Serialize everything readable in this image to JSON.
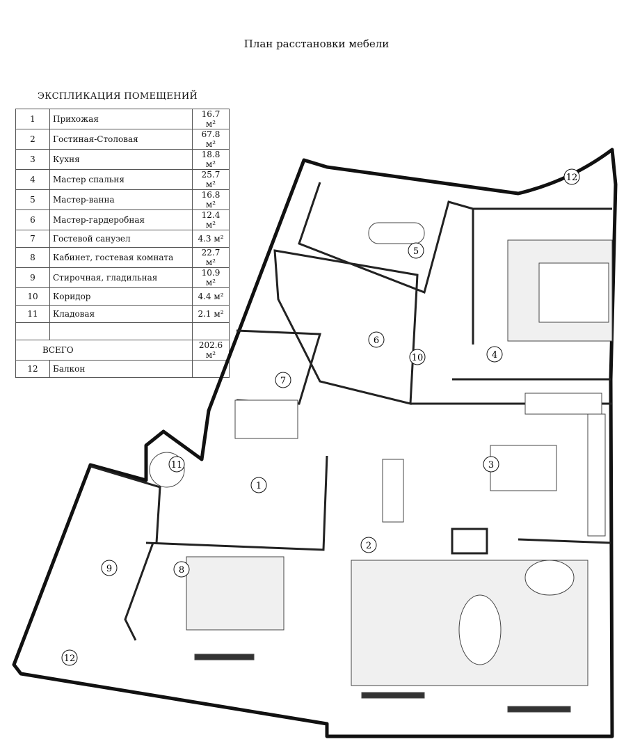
{
  "title": "План расстановки мебели",
  "explication": {
    "title": "ЭКСПЛИКАЦИЯ ПОМЕЩЕНИЙ",
    "rows": [
      {
        "num": "1",
        "name": "Прихожая",
        "area": "16.7 м²"
      },
      {
        "num": "2",
        "name": "Гостиная-Столовая",
        "area": "67.8 м²"
      },
      {
        "num": "3",
        "name": "Кухня",
        "area": "18.8 м²"
      },
      {
        "num": "4",
        "name": "Мастер спальня",
        "area": "25.7 м²"
      },
      {
        "num": "5",
        "name": "Мастер-ванна",
        "area": "16.8 м²"
      },
      {
        "num": "6",
        "name": "Мастер-гардеробная",
        "area": "12.4 м²"
      },
      {
        "num": "7",
        "name": "Гостевой санузел",
        "area": "4.3 м²"
      },
      {
        "num": "8",
        "name": "Кабинет, гостевая комната",
        "area": "22.7 м²"
      },
      {
        "num": "9",
        "name": "Стирочная, гладильная",
        "area": "10.9 м²"
      },
      {
        "num": "10",
        "name": "Коридор",
        "area": "4.4 м²"
      },
      {
        "num": "11",
        "name": "Кладовая",
        "area": "2.1 м²"
      }
    ],
    "total_label": "ВСЕГО",
    "total_area": "202.6 м²",
    "balcony": {
      "num": "12",
      "name": "Балкон"
    }
  },
  "room_labels": [
    "1",
    "2",
    "3",
    "4",
    "5",
    "6",
    "7",
    "8",
    "9",
    "10",
    "11",
    "12",
    "12"
  ]
}
